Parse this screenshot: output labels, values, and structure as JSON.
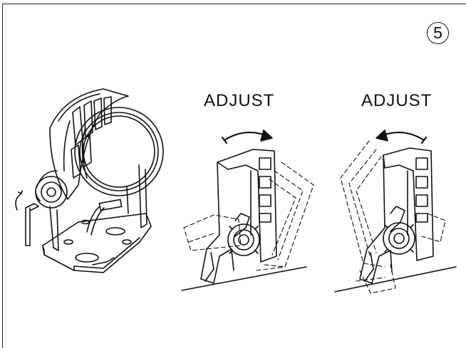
{
  "step": {
    "number": "5"
  },
  "panels": [
    {
      "label": "ADJUST",
      "arrow_direction": "clockwise"
    },
    {
      "label": "ADJUST",
      "arrow_direction": "counter-clockwise"
    }
  ],
  "colors": {
    "ink": "#111111",
    "background": "#ffffff"
  }
}
